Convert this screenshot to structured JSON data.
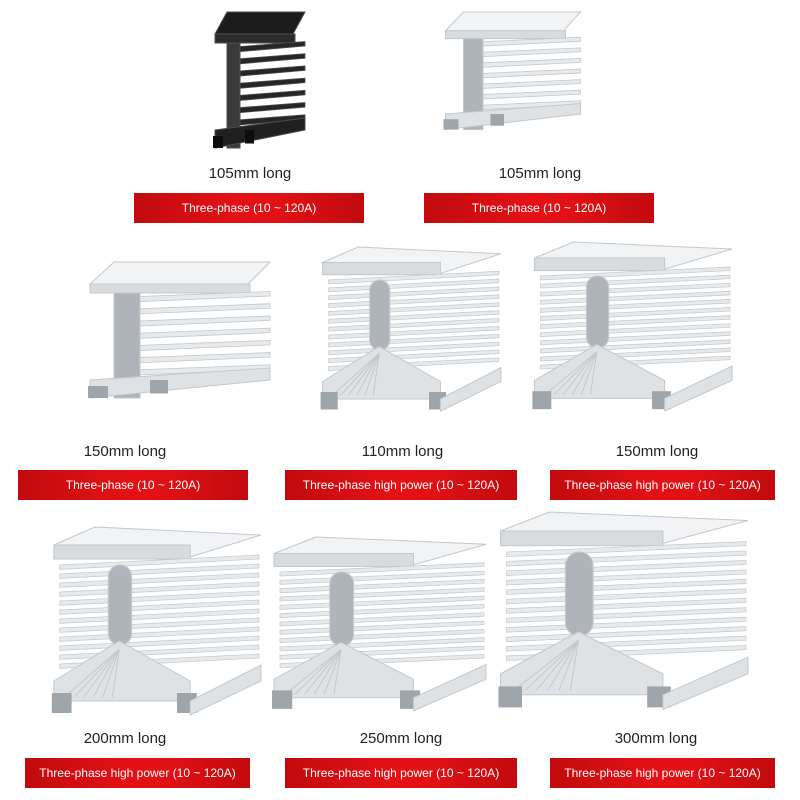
{
  "accent_color": "#e31116",
  "products": [
    {
      "length": "105mm long",
      "tag": "Three-phase (10 ~ 120A)",
      "finish": "black",
      "style": "standard"
    },
    {
      "length": "105mm long",
      "tag": "Three-phase (10 ~ 120A)",
      "finish": "silver",
      "style": "standard"
    },
    {
      "length": "150mm long",
      "tag": "Three-phase (10 ~ 120A)",
      "finish": "silver",
      "style": "standard"
    },
    {
      "length": "110mm long",
      "tag": "Three-phase high power (10 ~ 120A)",
      "finish": "silver",
      "style": "high-power"
    },
    {
      "length": "150mm long",
      "tag": "Three-phase high power (10 ~ 120A)",
      "finish": "silver",
      "style": "high-power"
    },
    {
      "length": "200mm long",
      "tag": "Three-phase high power (10 ~ 120A)",
      "finish": "silver",
      "style": "high-power"
    },
    {
      "length": "250mm long",
      "tag": "Three-phase high power (10 ~ 120A)",
      "finish": "silver",
      "style": "high-power"
    },
    {
      "length": "300mm long",
      "tag": "Three-phase high power (10 ~ 120A)",
      "finish": "silver",
      "style": "high-power"
    }
  ]
}
